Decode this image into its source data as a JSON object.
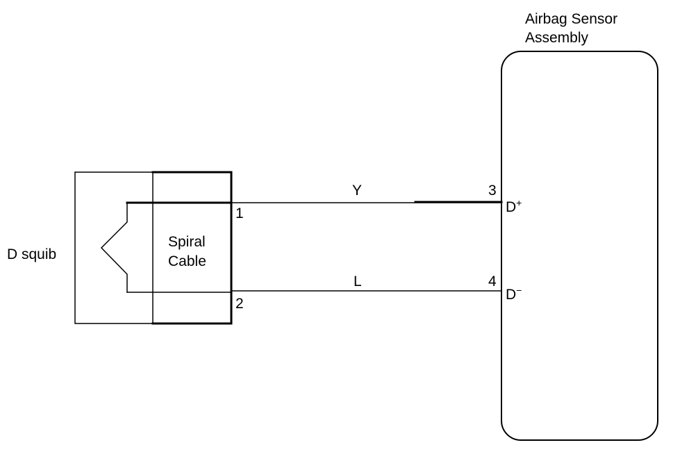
{
  "labels": {
    "assembly_line1": "Airbag Sensor",
    "assembly_line2": "Assembly",
    "squib": "D squib",
    "spiral_line1": "Spiral",
    "spiral_line2": "Cable",
    "pin_left_top": "1",
    "pin_left_bottom": "2",
    "pin_right_top": "3",
    "pin_right_bottom": "4",
    "terminal_top_base": "D",
    "terminal_top_sign": "+",
    "terminal_bottom_base": "D",
    "terminal_bottom_sign": "−",
    "wire_top_color": "Y",
    "wire_bottom_color": "L"
  }
}
